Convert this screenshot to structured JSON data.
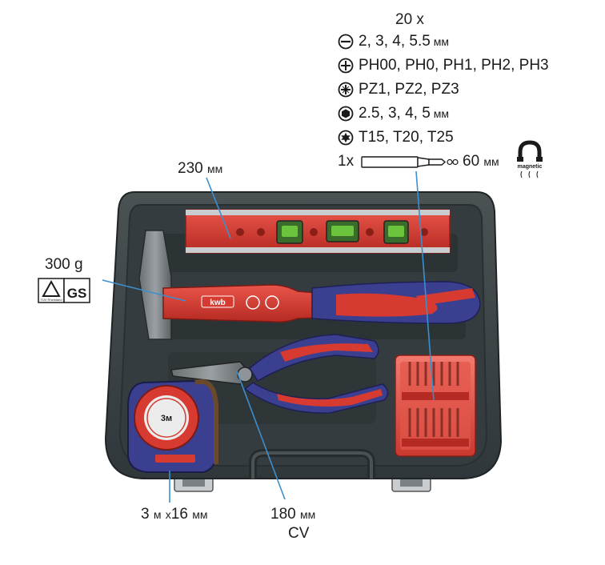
{
  "bits": {
    "count": "20 x",
    "rows": [
      {
        "icon": "slotted-icon",
        "values": "2, 3, 4, 5.5",
        "unit": "мм"
      },
      {
        "icon": "phillips-icon",
        "values": "PH00, PH0, PH1, PH2, PH3",
        "unit": ""
      },
      {
        "icon": "pozidriv-icon",
        "values": "PZ1, PZ2, PZ3",
        "unit": ""
      },
      {
        "icon": "hex-icon",
        "values": "2.5, 3, 4, 5",
        "unit": "мм"
      },
      {
        "icon": "torx-icon",
        "values": "T15, T20, T25",
        "unit": ""
      }
    ],
    "holder_qty": "1x",
    "holder_len": "60",
    "holder_unit": "мм",
    "magnetic": "magnetic"
  },
  "level": {
    "value": "230",
    "unit": "мм"
  },
  "hammer": {
    "value": "300 g",
    "cert_tuv": "TÜV Rheinland",
    "cert_gs": "GS"
  },
  "tape": {
    "value1": "3",
    "unit1": "м",
    "x": "x",
    "value2": "16",
    "unit2": "мм",
    "blade_mark": "3м"
  },
  "pliers": {
    "value": "180",
    "unit": "мм",
    "material": "CV"
  },
  "brand": "kwb",
  "colors": {
    "case": "#3b4244",
    "case_dark": "#2a3032",
    "red": "#d63a30",
    "blue": "#3b3f8f",
    "grey": "#b9bdbf"
  }
}
